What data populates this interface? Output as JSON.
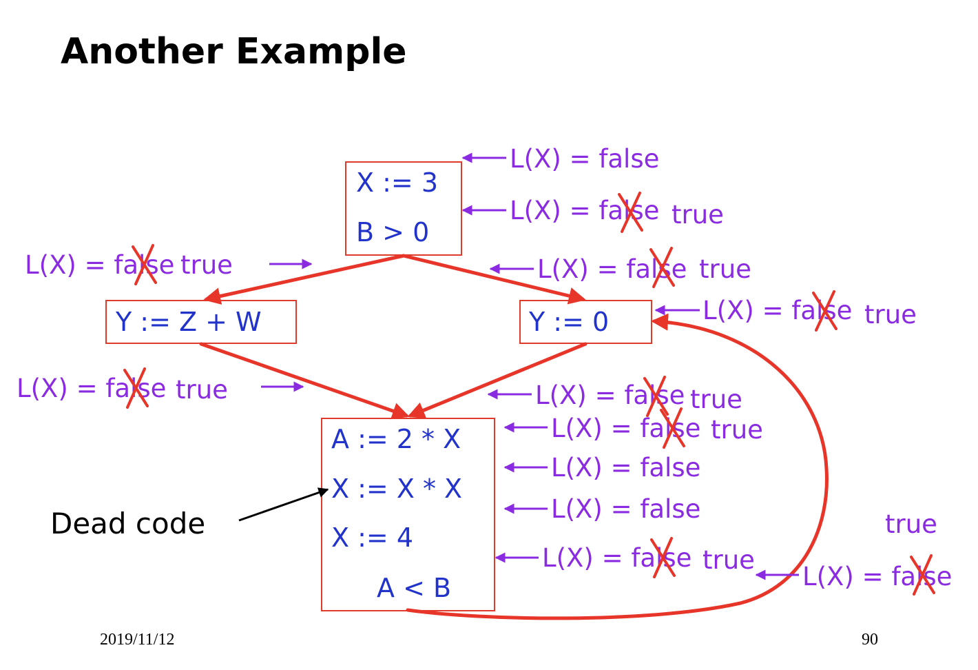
{
  "title": "Another Example",
  "blocks": {
    "top": [
      "X := 3",
      "B > 0"
    ],
    "left": "Y := Z + W",
    "right": "Y := 0",
    "bottom": [
      "A := 2 * X",
      "X := X * X",
      "X := 4",
      "A < B"
    ]
  },
  "annotations": {
    "a1": "L(X) = false",
    "a2": "L(X) = false",
    "a2_update": "true",
    "a3": "L(X) = false",
    "a3_update": "true",
    "a4": "L(X) = false",
    "a4_update": "true",
    "a5": "L(X) = false",
    "a5_update": "true",
    "a6": "L(X) = false",
    "a6_update": "true",
    "a7": "L(X) = false",
    "a7_update": "true",
    "a8": "L(X) = false",
    "a8_update": "true",
    "a9": "L(X) = false",
    "a10": "L(X) = false",
    "a11": "L(X) = false",
    "a11_update": "true",
    "a12": "L(X) = false",
    "a12_update": "true"
  },
  "dead_code_label": "Dead code",
  "footer": {
    "date": "2019/11/12",
    "page": "90"
  },
  "colors": {
    "code": "#2233cc",
    "annotation": "#8a2be2",
    "edge": "#e8352a"
  }
}
